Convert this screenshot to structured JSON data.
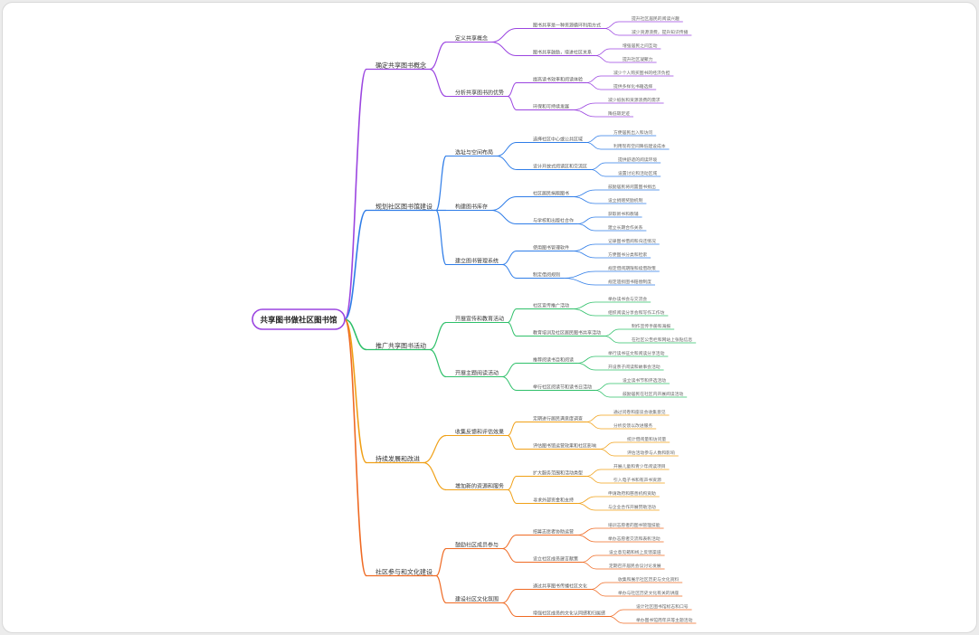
{
  "root": {
    "label": "共享图书做社区图书馆"
  },
  "colors": [
    "#9b45e0",
    "#2f7de8",
    "#2fc06a",
    "#f0a017",
    "#ef6a23"
  ],
  "branches": [
    {
      "label": "确定共享图书概念",
      "children": [
        {
          "label": "定义共享概念",
          "children": [
            {
              "label": "图书共享是一种资源循环利用方式",
              "children": [
                "提升社区居民的阅读兴趣",
                "减少资源浪费，提升知识传播"
              ]
            },
            {
              "label": "图书共享鼓励，增进社区关系",
              "children": [
                "增强居民之间互动",
                "提升社区凝聚力"
              ]
            }
          ]
        },
        {
          "label": "分析共享图书的优势",
          "children": [
            {
              "label": "提高读书效率和阅读体验",
              "children": [
                "减少个人购买图书的经济负担",
                "提供多样化书籍选择"
              ]
            },
            {
              "label": "环保和可持续发展",
              "children": [
                "减少纸张和资源浪费的需求",
                "降低碳足迹"
              ]
            }
          ]
        }
      ]
    },
    {
      "label": "规划社区图书馆建设",
      "children": [
        {
          "label": "选址与空间布局",
          "children": [
            {
              "label": "选择社区中心或公共区域",
              "children": [
                "方便居民出入和访问",
                "利用现有空间降低建设成本"
              ]
            },
            {
              "label": "设计开放式阅读区和交流区",
              "children": [
                "提供舒适的阅读环境",
                "设置讨论和活动区域"
              ]
            }
          ]
        },
        {
          "label": "构建图书库存",
          "children": [
            {
              "label": "社区居民捐赠图书",
              "children": [
                "鼓励居民将闲置图书捐出",
                "设立捐赠奖励机制"
              ]
            },
            {
              "label": "与学校和出版社合作",
              "children": [
                "获取新书和教辅",
                "建立长期合作关系"
              ]
            }
          ]
        },
        {
          "label": "建立图书管理系统",
          "children": [
            {
              "label": "使用图书管理软件",
              "children": [
                "记录图书借阅和归还情况",
                "方便图书分类和检索"
              ]
            },
            {
              "label": "制定借阅规则",
              "children": [
                "规定借阅期限和续借政策",
                "规定遗损图书赔偿制度"
              ]
            }
          ]
        }
      ]
    },
    {
      "label": "推广共享图书活动",
      "children": [
        {
          "label": "开展宣传和教育活动",
          "children": [
            {
              "label": "社区宣传推广活动",
              "children": [
                "举办读书会与交流会",
                "组织阅读分享会和写作工作坊"
              ]
            },
            {
              "label": "教育培训及社区居民图书共享活动",
              "children": [
                "制作宣传手册和海报",
                "在社区公告栏和网站上张贴信息"
              ]
            }
          ]
        },
        {
          "label": "开展主题阅读活动",
          "children": [
            {
              "label": "推荐阅读书目和阅读",
              "children": [
                "举行读书征文和阅读分享活动",
                "开设亲子阅读和故事会活动"
              ]
            },
            {
              "label": "举行社区阅读节和读书日活动",
              "children": [
                "设立读书节和评选活动",
                "鼓励居民在社区内开展阅读活动"
              ]
            }
          ]
        }
      ]
    },
    {
      "label": "持续发展和改进",
      "children": [
        {
          "label": "收集反馈和评估效果",
          "children": [
            {
              "label": "定期进行居民满意度调查",
              "children": [
                "通过问卷和座谈会收集意见",
                "分析反馈以改进服务"
              ]
            },
            {
              "label": "评估图书馆运营效果和社区影响",
              "children": [
                "统计借阅量和访问量",
                "评估活动参与人数和影响"
              ]
            }
          ]
        },
        {
          "label": "增加新的资源和服务",
          "children": [
            {
              "label": "扩大服务范围和活动类型",
              "children": [
                "开展儿童和青少年阅读项目",
                "引入电子书和有声书资源"
              ]
            },
            {
              "label": "寻求外部资金和支持",
              "children": [
                "申请政府和慈善机构资助",
                "与企业合作开展赞助活动"
              ]
            }
          ]
        }
      ]
    },
    {
      "label": "社区参与和文化建设",
      "children": [
        {
          "label": "鼓励社区成员参与",
          "children": [
            {
              "label": "招募志愿者协助运营",
              "children": [
                "培训志愿者的图书管理技能",
                "举办志愿者交流和表彰活动"
              ]
            },
            {
              "label": "设立社区成员建言献策",
              "children": [
                "设立意见箱和线上反馈渠道",
                "定期召开居民会议讨论发展"
              ]
            }
          ]
        },
        {
          "label": "建设社区文化氛围",
          "children": [
            {
              "label": "通过共享图书传播社区文化",
              "children": [
                "收集和展示社区历史与文化资料",
                "举办与社区历史文化有关的讲座"
              ]
            },
            {
              "label": "增强社区成员的文化认同感和归属感",
              "children": [
                "设计社区图书馆标志和口号",
                "举办图书馆周年庆等主题活动"
              ]
            }
          ]
        }
      ]
    }
  ]
}
